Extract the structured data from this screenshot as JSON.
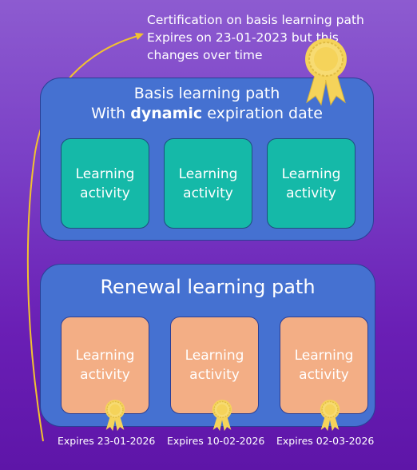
{
  "certification_note": {
    "line1": "Certification on basis learning path",
    "line2": "Expires on 23-01-2023 but this",
    "line3": "changes over time"
  },
  "basis_path": {
    "title_line1": "Basis learning path",
    "title_prefix": "With ",
    "title_bold": "dynamic",
    "title_suffix": " expiration date",
    "activities": [
      {
        "line1": "Learning",
        "line2": "activity"
      },
      {
        "line1": "Learning",
        "line2": "activity"
      },
      {
        "line1": "Learning",
        "line2": "activity"
      }
    ]
  },
  "renewal_path": {
    "title": "Renewal learning path",
    "activities": [
      {
        "line1": "Learning",
        "line2": "activity"
      },
      {
        "line1": "Learning",
        "line2": "activity"
      },
      {
        "line1": "Learning",
        "line2": "activity"
      }
    ]
  },
  "expirations": [
    "Expires 23-01-2026",
    "Expires 10-02-2026",
    "Expires 02-03-2026"
  ],
  "colors": {
    "panel": "#4571d1",
    "teal_card": "#15b9a8",
    "peach_card": "#f3ae85",
    "ribbon": "#f5d35a",
    "arrow": "#f2c230"
  },
  "icons": [
    "award-ribbon-icon"
  ]
}
